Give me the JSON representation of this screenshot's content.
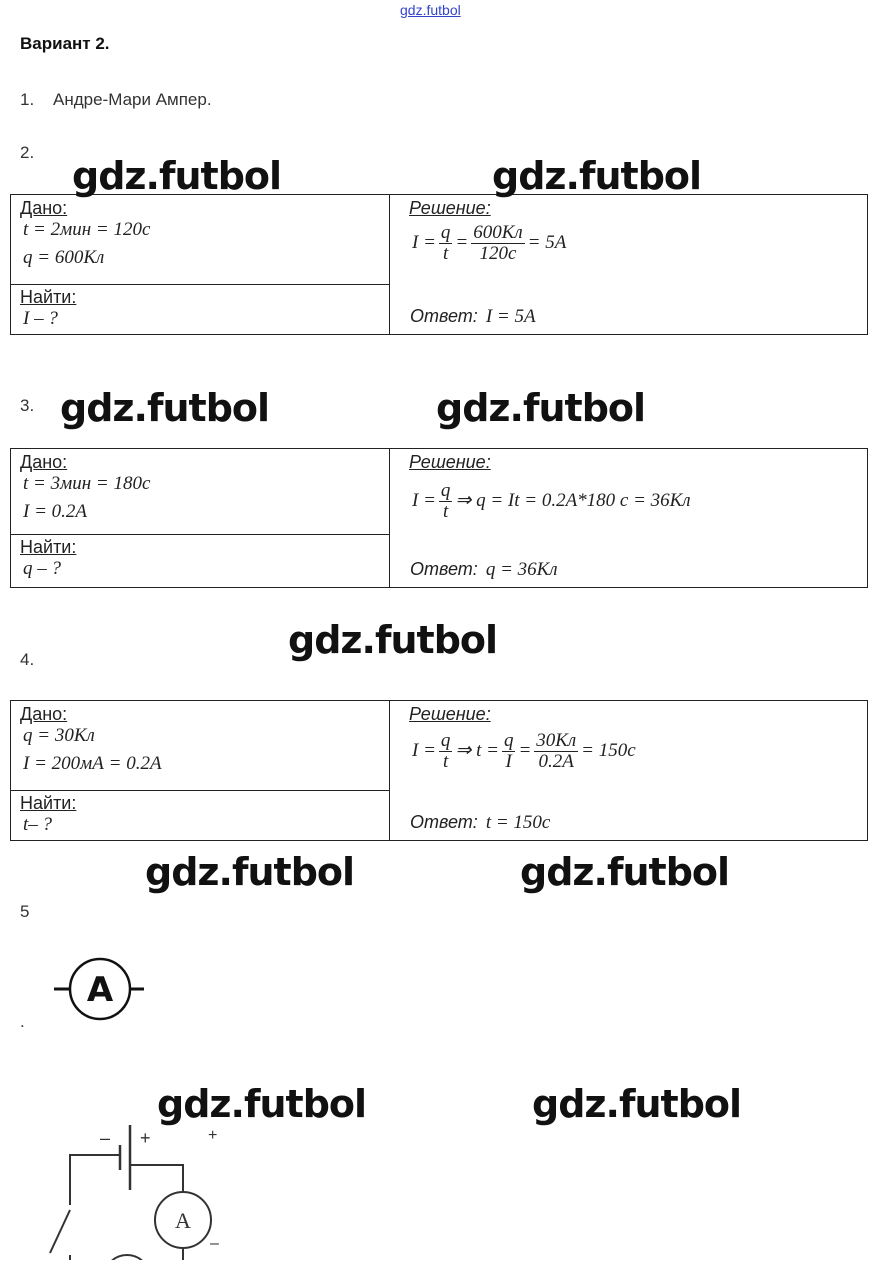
{
  "header": {
    "site_link": "gdz.futbol",
    "title": "Вариант 2."
  },
  "watermark": "gdz.futbol",
  "q1": {
    "num": "1.",
    "answer": "Андре-Мари Ампер."
  },
  "q2": {
    "num": "2.",
    "given_label": "Дано:",
    "given": [
      "t = 2мин = 120с",
      "q = 600Кл"
    ],
    "find_label": "Найти:",
    "find": "I – ?",
    "solution_label": "Решение:",
    "formula": {
      "lhs": "I =",
      "f1_num": "q",
      "f1_den": "t",
      "eq": "=",
      "f2_num": "600Кл",
      "f2_den": "120с",
      "rhs": "= 5А"
    },
    "answer_label": "Ответ:",
    "answer": "I = 5A"
  },
  "q3": {
    "num": "3.",
    "given_label": "Дано:",
    "given": [
      "t = 3мин = 180с",
      "I = 0.2A"
    ],
    "find_label": "Найти:",
    "find": "q – ?",
    "solution_label": "Решение:",
    "formula": {
      "lhs": "I =",
      "f1_num": "q",
      "f1_den": "t",
      "rhs": "⇒ q = It = 0.2A*180 с = 36Кл"
    },
    "answer_label": "Ответ:",
    "answer": "q = 36Кл"
  },
  "q4": {
    "num": "4.",
    "given_label": "Дано:",
    "given": [
      "q = 30Кл",
      "I = 200мА = 0.2A"
    ],
    "find_label": "Найти:",
    "find": "t– ?",
    "solution_label": "Решение:",
    "formula": {
      "lhs": "I =",
      "f1_num": "q",
      "f1_den": "t",
      "mid": "⇒ t =",
      "f2_num": "q",
      "f2_den": "I",
      "eq": "=",
      "f3_num": "30Кл",
      "f3_den": "0.2A",
      "rhs": "= 150с"
    },
    "answer_label": "Ответ:",
    "answer": "t = 150с"
  },
  "q5": {
    "num": "5",
    "dot": ".",
    "ammeter_symbol": "A",
    "circuit": {
      "minus": "–",
      "plus": "+",
      "meter": "A"
    }
  }
}
